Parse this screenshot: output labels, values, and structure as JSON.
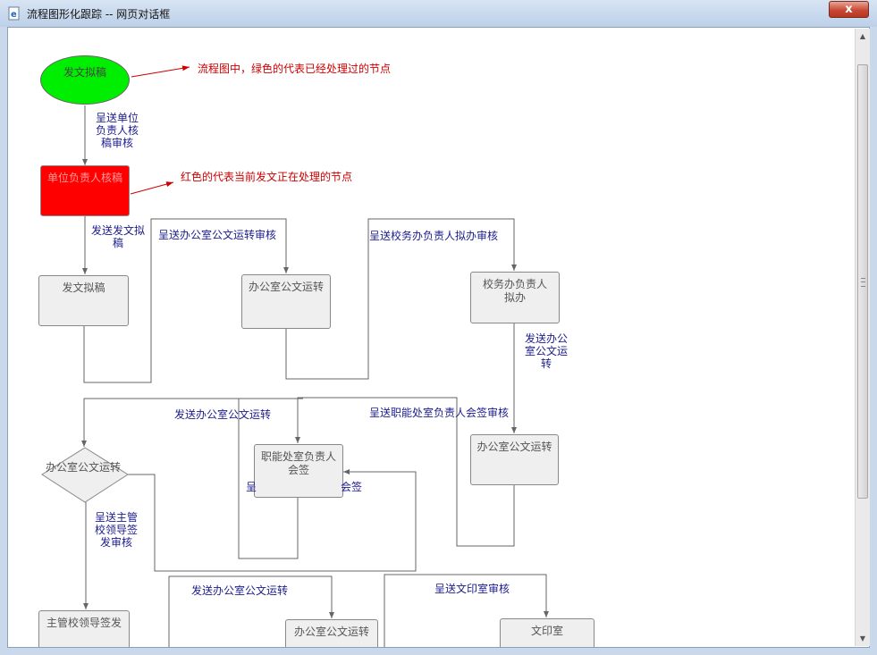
{
  "window": {
    "title": "流程图形化跟踪 -- 网页对话框",
    "close_label": "x"
  },
  "icons": {
    "title": "ie-page-icon",
    "close": "close-icon"
  },
  "colors": {
    "done": "#00ee00",
    "current": "#ff0000",
    "pending": "#efefef",
    "annotation": "#cc0000",
    "edge_label": "#1c1c8c"
  },
  "nodes": {
    "n1": "发文拟稿",
    "n2": "单位负责人核稿",
    "n3": "发文拟稿",
    "n4": "办公室公文运转",
    "n5": "校务办负责人拟办",
    "n6": "办公室公文运转",
    "n7": "职能处室负责人会签",
    "n8": "办公室公文运转",
    "n9": "主管校领导签发",
    "n10": "办公室公文运转",
    "n11": "文印室"
  },
  "edges": {
    "e1": "呈送单位负责人核稿审核",
    "e2": "发送发文拟稿",
    "e3": "呈送办公室公文运转审核",
    "e4": "呈送校务办负责人拟办审核",
    "e5": "发送办公室公文运转",
    "e6": "发送办公室公文运转",
    "e7": "呈送职能处室负责人会签审核",
    "e8": "呈",
    "e8b": "会签",
    "e9": "呈送主管校领导签发审核",
    "e10": "发送办公室公文运转",
    "e11": "呈送文印室审核"
  },
  "notes": {
    "green": "流程图中，绿色的代表已经处理过的节点",
    "red": "红色的代表当前发文正在处理的节点"
  }
}
